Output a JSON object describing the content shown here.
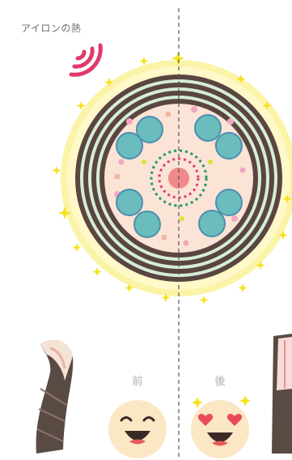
{
  "header": {
    "caption": "アイロンの熱"
  },
  "comparison": {
    "before_label": "前",
    "after_label": "後"
  },
  "icons": {
    "heat": "heat-waves-icon",
    "hair_before": "damaged-hair-strand-icon",
    "hair_after": "healthy-hair-strand-icon",
    "face_before": "smiling-face-icon",
    "face_after": "heart-eyes-face-icon"
  },
  "colors": {
    "heat": "#e03a6a",
    "glow": "#fbf3a6",
    "sparkle": "#f6e21a",
    "cuticle": "#5a4540",
    "cortex": "#fbe3d6",
    "cell": "#6bbcbc",
    "dashed_line": "#555555"
  }
}
